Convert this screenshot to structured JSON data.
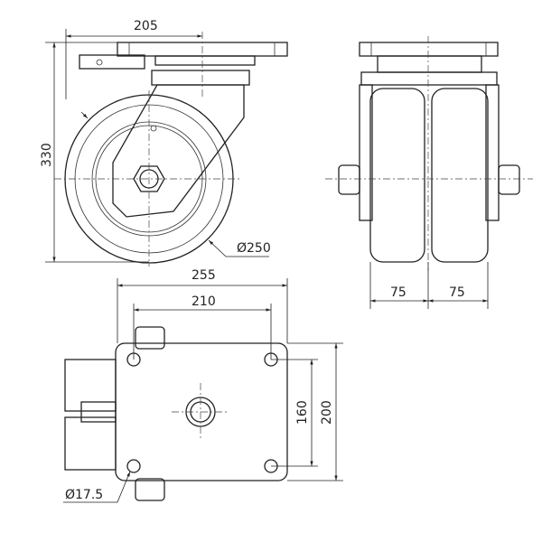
{
  "title": "Twin-wheel swivel castor with brake – dimensional drawing",
  "side_view": {
    "width_dim": "205",
    "height_dim": "330",
    "wheel_diameter": "Ø250"
  },
  "front_view": {
    "wheel_width_left": "75",
    "wheel_width_right": "75"
  },
  "top_view": {
    "plate_length": "255",
    "hole_spacing_length": "210",
    "hole_spacing_width": "160",
    "plate_width": "200",
    "hole_diameter": "Ø17.5"
  }
}
